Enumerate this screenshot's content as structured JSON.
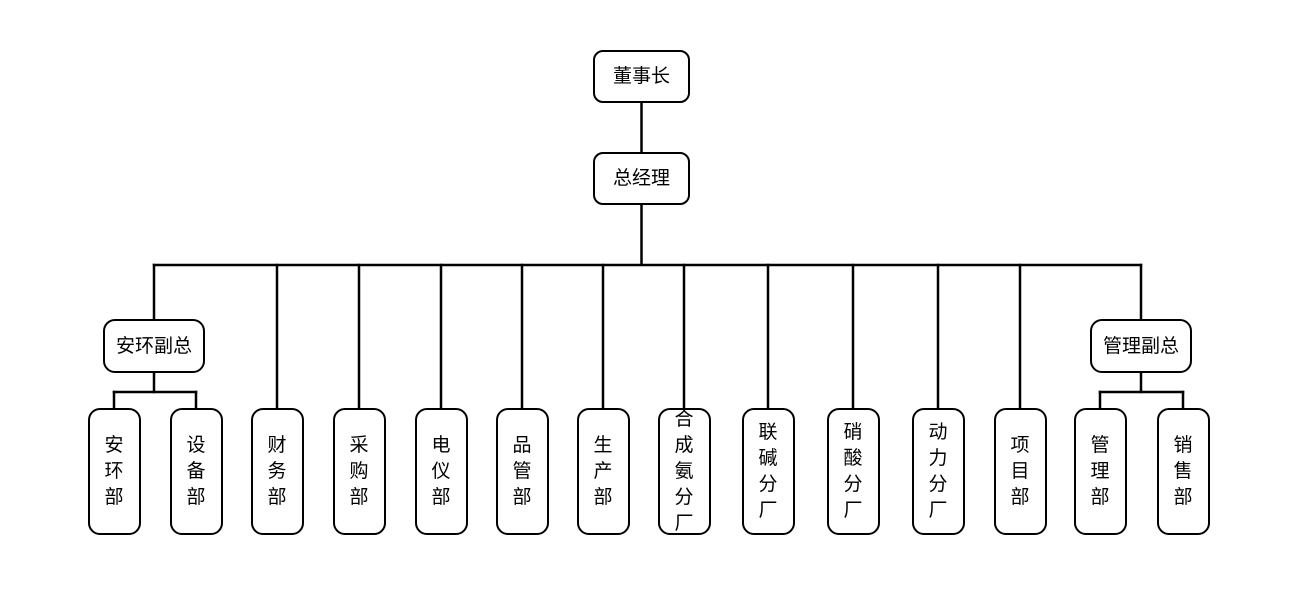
{
  "org_chart": {
    "title_hint": "company organization chart",
    "chairman": {
      "label": "董事长"
    },
    "general_manager": {
      "label": "总经理"
    },
    "vp_safety_env": {
      "label": "安环副总"
    },
    "vp_management": {
      "label": "管理副总"
    },
    "departments": [
      {
        "label": "安环部",
        "reports_to": "安环副总"
      },
      {
        "label": "设备部",
        "reports_to": "安环副总"
      },
      {
        "label": "财务部",
        "reports_to": "总经理"
      },
      {
        "label": "采购部",
        "reports_to": "总经理"
      },
      {
        "label": "电仪部",
        "reports_to": "总经理"
      },
      {
        "label": "品管部",
        "reports_to": "总经理"
      },
      {
        "label": "生产部",
        "reports_to": "总经理"
      },
      {
        "label": "合成氨分厂",
        "reports_to": "总经理"
      },
      {
        "label": "联碱分厂",
        "reports_to": "总经理"
      },
      {
        "label": "硝酸分厂",
        "reports_to": "总经理"
      },
      {
        "label": "动力分厂",
        "reports_to": "总经理"
      },
      {
        "label": "项目部",
        "reports_to": "总经理"
      },
      {
        "label": "管理部",
        "reports_to": "管理副总"
      },
      {
        "label": "销售部",
        "reports_to": "管理副总"
      }
    ],
    "colors": {
      "line": "#000000",
      "box_border": "#000000",
      "box_fill": "#ffffff",
      "text": "#000000",
      "background": "#ffffff"
    }
  }
}
